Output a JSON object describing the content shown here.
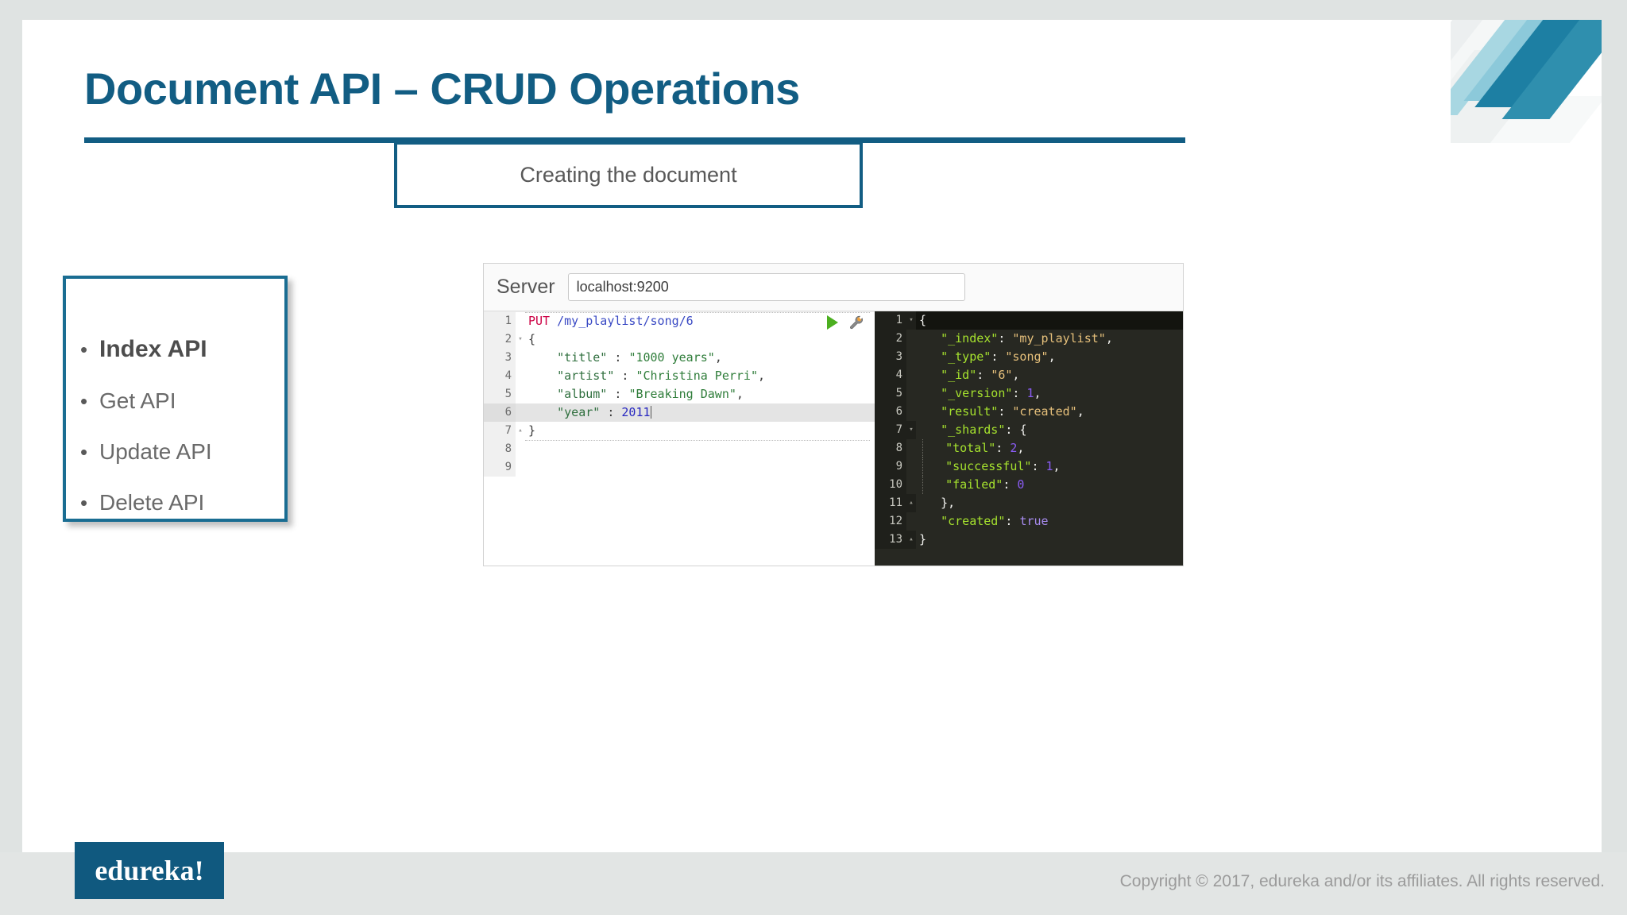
{
  "slide": {
    "title": "Document API – CRUD Operations",
    "caption": "Creating the document",
    "bullets": [
      {
        "label": "Index API",
        "marker": "•",
        "emphasis": true
      },
      {
        "label": "Get API",
        "marker": "•",
        "emphasis": false
      },
      {
        "label": "Update API",
        "marker": "•",
        "emphasis": false
      },
      {
        "label": "Delete API",
        "marker": "•",
        "emphasis": false
      }
    ]
  },
  "console": {
    "server_label": "Server",
    "server_value": "localhost:9200",
    "server_placeholder": "localhost:9200",
    "play_icon": "play-icon",
    "wrench_icon": "wrench-icon",
    "request": {
      "lines": [
        {
          "n": "1",
          "fold": "",
          "method": "PUT",
          "url": " /my_playlist/song/6"
        },
        {
          "n": "2",
          "fold": "▾",
          "text": "{"
        },
        {
          "n": "3",
          "fold": "",
          "key": "\"title\"",
          "sep": " : ",
          "value": "\"1000 years\"",
          "comma": ","
        },
        {
          "n": "4",
          "fold": "",
          "key": "\"artist\"",
          "sep": " : ",
          "value": "\"Christina Perri\"",
          "comma": ","
        },
        {
          "n": "5",
          "fold": "",
          "key": "\"album\"",
          "sep": " : ",
          "value": "\"Breaking Dawn\"",
          "comma": ","
        },
        {
          "n": "6",
          "fold": "",
          "key": "\"year\"",
          "sep": " : ",
          "num": "2011",
          "active": true
        },
        {
          "n": "7",
          "fold": "▴",
          "text": "}"
        },
        {
          "n": "8",
          "fold": "",
          "text": ""
        },
        {
          "n": "9",
          "fold": "",
          "text": ""
        }
      ]
    },
    "response": {
      "lines": [
        {
          "n": "1",
          "fold": "▾",
          "punct": "{",
          "active": true
        },
        {
          "n": "2",
          "fold": "",
          "key": "\"_index\"",
          "sep": ": ",
          "str": "\"my_playlist\"",
          "comma": ","
        },
        {
          "n": "3",
          "fold": "",
          "key": "\"_type\"",
          "sep": ": ",
          "str": "\"song\"",
          "comma": ","
        },
        {
          "n": "4",
          "fold": "",
          "key": "\"_id\"",
          "sep": ": ",
          "str": "\"6\"",
          "comma": ","
        },
        {
          "n": "5",
          "fold": "",
          "key": "\"_version\"",
          "sep": ": ",
          "num": "1",
          "comma": ","
        },
        {
          "n": "6",
          "fold": "",
          "key": "\"result\"",
          "sep": ": ",
          "str": "\"created\"",
          "comma": ","
        },
        {
          "n": "7",
          "fold": "▾",
          "key": "\"_shards\"",
          "sep": ": ",
          "punct": "{"
        },
        {
          "n": "8",
          "fold": "",
          "key": "\"total\"",
          "sep": ": ",
          "num": "2",
          "comma": ",",
          "guide": true
        },
        {
          "n": "9",
          "fold": "",
          "key": "\"successful\"",
          "sep": ": ",
          "num": "1",
          "comma": ",",
          "guide": true
        },
        {
          "n": "10",
          "fold": "",
          "key": "\"failed\"",
          "sep": ": ",
          "num": "0",
          "guide": true
        },
        {
          "n": "11",
          "fold": "▴",
          "punct": "},"
        },
        {
          "n": "12",
          "fold": "",
          "key": "\"created\"",
          "sep": ": ",
          "bool": "true"
        },
        {
          "n": "13",
          "fold": "▴",
          "punct": "}"
        }
      ]
    }
  },
  "footer": {
    "logo": "edureka!",
    "copyright": "Copyright © 2017, edureka and/or its affiliates. All rights reserved."
  },
  "colors": {
    "brand_blue": "#125d83",
    "logo_bg": "#10597f",
    "caption_text": "#585858",
    "bullet_text": "#6a6a6a",
    "footer_band": "#e2e5e4",
    "page_bg": "#dfe3e2"
  }
}
